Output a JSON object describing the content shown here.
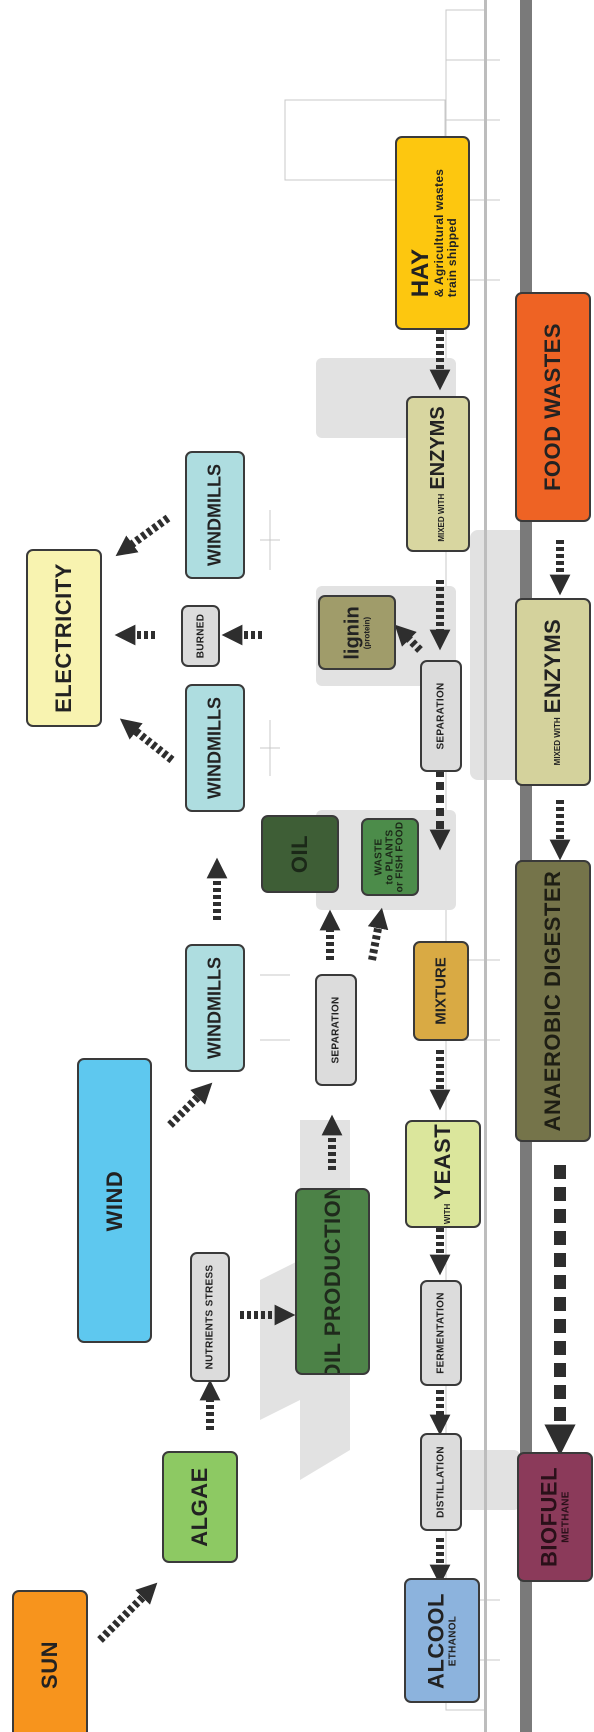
{
  "nodes": {
    "sun": {
      "label": "SUN",
      "color": "#f7941d"
    },
    "wind": {
      "label": "WIND",
      "color": "#5ec8ef"
    },
    "electricity": {
      "label": "ELECTRICITY",
      "color": "#f8f3b0"
    },
    "windmills_left": {
      "label": "WINDMILLS",
      "color": "#aedde0"
    },
    "windmills_mid": {
      "label": "WINDMILLS",
      "color": "#aedde0"
    },
    "windmills_right": {
      "label": "WINDMILLS",
      "color": "#aedde0"
    },
    "burned": {
      "label": "BURNED"
    },
    "algae": {
      "label": "ALGAE",
      "color": "#8dc963"
    },
    "nutrients_stress": {
      "label": "NUTRIENTS STRESS"
    },
    "oil_production": {
      "label": "OIL PRODUCTION",
      "color": "#3f7a3a"
    },
    "separation_oil": {
      "label": "SEPARATION"
    },
    "oil": {
      "label": "OIL",
      "color": "#3e5e36"
    },
    "waste": {
      "line1": "WASTE",
      "line2": "to PLANTS",
      "line3": "or FISH FOOD",
      "color": "#4c8c4a"
    },
    "lignin": {
      "label": "lignin",
      "sublabel": "(protein)",
      "color": "#a09c6a"
    },
    "separation_lignin": {
      "label": "SEPARATION"
    },
    "enzyms_top": {
      "small": "MIXED WITH",
      "label": "ENZYMS",
      "color": "#d8d6a0"
    },
    "hay": {
      "label": "HAY",
      "line1": "& Agricultural wastes",
      "line2": "train shipped",
      "color": "#fdc70f"
    },
    "mixture": {
      "label": "MIXTURE",
      "color": "#d9aa44"
    },
    "yeast": {
      "small": "WITH",
      "label": "YEAST",
      "color": "#dbe69c"
    },
    "fermentation": {
      "label": "FERMENTATION"
    },
    "distillation": {
      "label": "DISTILLATION"
    },
    "alcool": {
      "label": "ALCOOL",
      "sublabel": "ETHANOL",
      "color": "#8cb3dd"
    },
    "food_wastes": {
      "label": "FOOD WASTES",
      "color": "#ee6324"
    },
    "enzyms_bottom": {
      "small": "MIXED WITH",
      "label": "ENZYMS",
      "color": "#d4d29c"
    },
    "digester": {
      "label": "ANAEROBIC DIGESTER",
      "color": "#75744a"
    },
    "biofuel": {
      "label": "BIOFUEL",
      "sublabel": "METHANE",
      "color": "#8b3a5a"
    }
  }
}
